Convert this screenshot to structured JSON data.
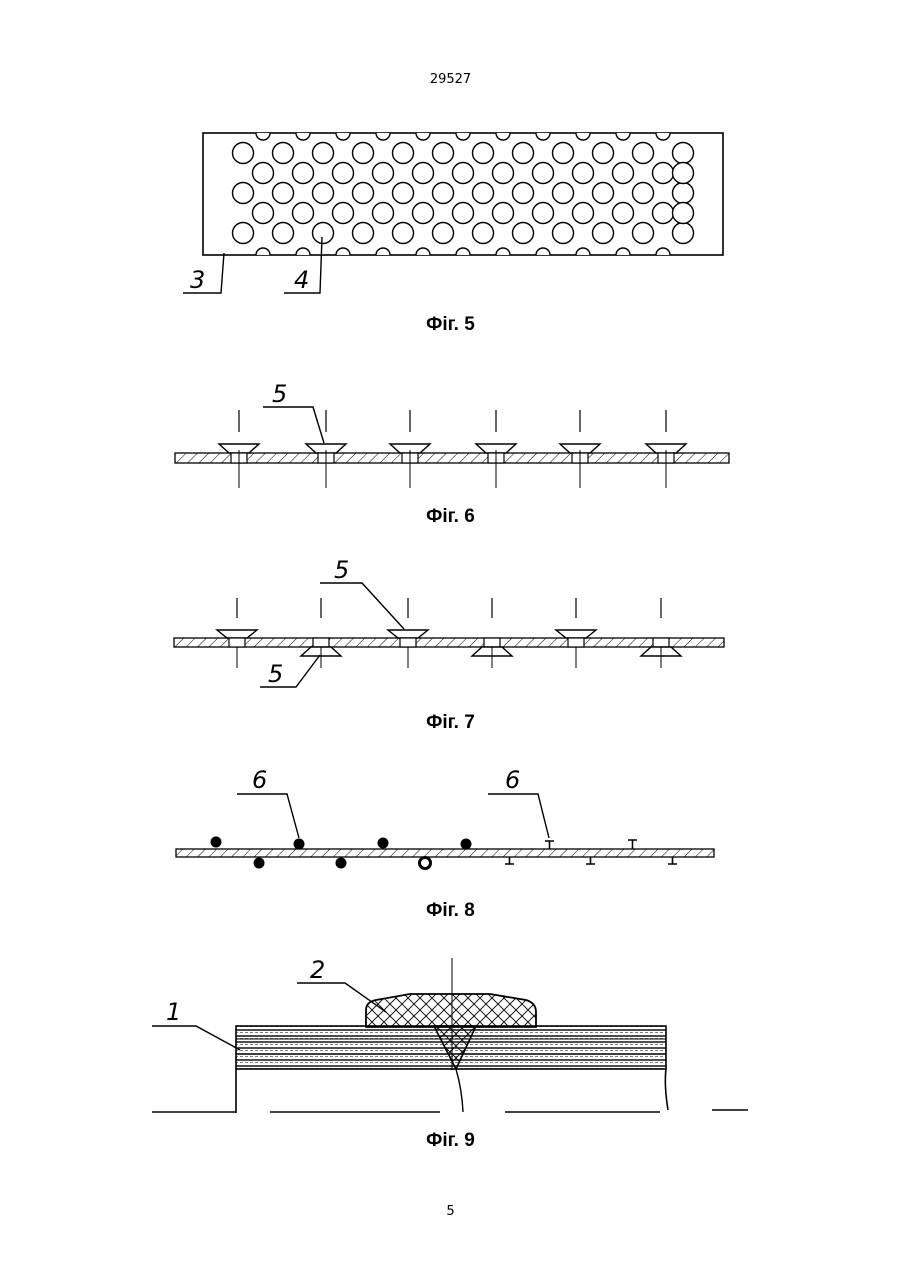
{
  "page": {
    "header_number": "29527",
    "footer_number": "5"
  },
  "figures": [
    {
      "caption": "Фіг. 5",
      "labels": [
        "3",
        "4"
      ]
    },
    {
      "caption": "Фіг. 6",
      "labels": [
        "5"
      ]
    },
    {
      "caption": "Фіг. 7",
      "labels": [
        "5",
        "5"
      ]
    },
    {
      "caption": "Фіг. 8",
      "labels": [
        "6",
        "6"
      ]
    },
    {
      "caption": "Фіг. 9",
      "labels": [
        "1",
        "2"
      ]
    }
  ]
}
